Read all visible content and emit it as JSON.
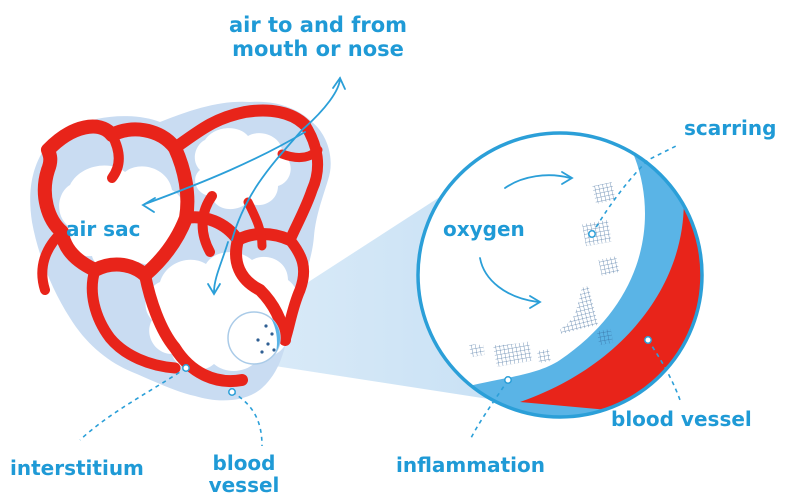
{
  "labels": {
    "air_to_and_from_line1": "air to and from",
    "air_to_and_from_line2": "mouth or nose",
    "air_sac": "air sac",
    "oxygen": "oxygen",
    "scarring": "scarring",
    "interstitium": "interstitium",
    "blood_vessel_left_line1": "blood",
    "blood_vessel_left_line2": "vessel",
    "inflammation": "inflammation",
    "blood_vessel_right": "blood vessel"
  },
  "colors": {
    "label_blue": "#1f9ad6",
    "tissue_light_blue": "#c9dcf2",
    "blood_red": "#e8241a",
    "zoom_blue": "#5ab4e6",
    "pointer_blue": "#2b9fd8"
  }
}
